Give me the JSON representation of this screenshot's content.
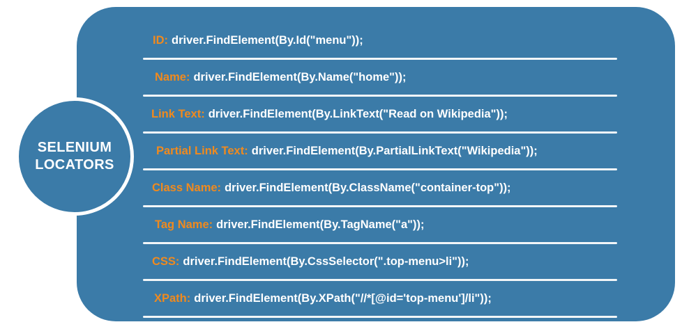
{
  "theme": {
    "panel_blue": "#3b7ba8",
    "accent_orange": "#f08a1e",
    "text_white": "#ffffff",
    "divider": "#f2f6f8",
    "page_background": "#ffffff"
  },
  "node": {
    "title_line_1": "SELENIUM",
    "title_line_2": "LOCATORS"
  },
  "locators": [
    {
      "label": "ID:",
      "code": "driver.FindElement(By.Id(\"menu\"));"
    },
    {
      "label": "Name:",
      "code": "driver.FindElement(By.Name(\"home\"));"
    },
    {
      "label": "Link Text:",
      "code": "driver.FindElement(By.LinkText(\"Read on Wikipedia\"));"
    },
    {
      "label": "Partial Link Text:",
      "code": "driver.FindElement(By.PartialLinkText(\"Wikipedia\"));"
    },
    {
      "label": "Class Name:",
      "code": "driver.FindElement(By.ClassName(\"container-top\"));"
    },
    {
      "label": "Tag Name:",
      "code": "driver.FindElement(By.TagName(\"a\"));"
    },
    {
      "label": "CSS:",
      "code": "driver.FindElement(By.CssSelector(\".top-menu>li\"));"
    },
    {
      "label": "XPath:",
      "code": "driver.FindElement(By.XPath(\"//*[@id='top-menu']/li\"));"
    }
  ]
}
